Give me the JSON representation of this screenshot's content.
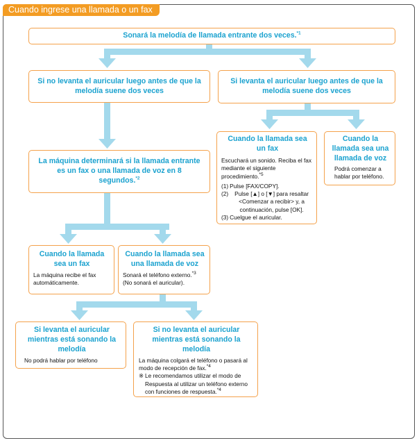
{
  "header": {
    "title": "Cuando ingrese una llamada o un fax"
  },
  "nodes": {
    "top": {
      "text": "Sonará la melodía de llamada entrante dos veces.",
      "note": "*1"
    },
    "no_lift": {
      "text": "Si no levanta el auricular luego antes de que la melodía suene dos veces"
    },
    "lift": {
      "text": "Si levanta el auricular luego antes de que la melodía suene dos veces"
    },
    "determine": {
      "text": "La máquina determinará si la llamada entrante es un fax o una llamada de voz en 8 segundos.",
      "note": "*2"
    },
    "fax_right": {
      "title": "Cuando la llamada sea un fax",
      "intro": "Escuchará un sonido. Reciba el fax mediante el siguiente procedimiento.",
      "intro_note": "*5",
      "steps": [
        {
          "n": "(1)",
          "text": "Pulse [FAX/COPY]."
        },
        {
          "n": "(2)",
          "text": "Pulse [▲] o [▼] para resaltar <Comenzar a recibir> y, a continuación, pulse [OK]."
        },
        {
          "n": "(3)",
          "text": "Cuelgue el auricular."
        }
      ]
    },
    "voice_right": {
      "title": "Cuando la llamada sea una llamada de voz",
      "body": "Podrá comenzar a hablar por teléfono."
    },
    "fax_left": {
      "title": "Cuando la llamada sea un fax",
      "body": "La máquina recibe el fax automáticamente."
    },
    "voice_left": {
      "title": "Cuando la llamada sea una llamada de voz",
      "line1": "Sonará el teléfono externo.",
      "line1_note": "*3",
      "line2": "(No sonará el auricular)."
    },
    "ringing_lift": {
      "title": "Si levanta el auricular mientras está sonando la melodía",
      "body": "No podrá hablar por teléfono"
    },
    "ringing_nolift": {
      "title": "Si no levanta el auricular mientras está sonando la melodía",
      "body1": "La máquina colgará el teléfono o pasará al modo de recepción de fax.",
      "body1_note": "*4",
      "mark": "※",
      "body2": "Le recomendamos utilizar el modo de Respuesta al utilizar un teléfono externo con funciones de respuesta.",
      "body2_note": "*4"
    }
  },
  "colors": {
    "accent": "#f39c23",
    "box_border": "#f4a14a",
    "title_text": "#1ba2cf",
    "arrow": "#a3d9ec"
  }
}
